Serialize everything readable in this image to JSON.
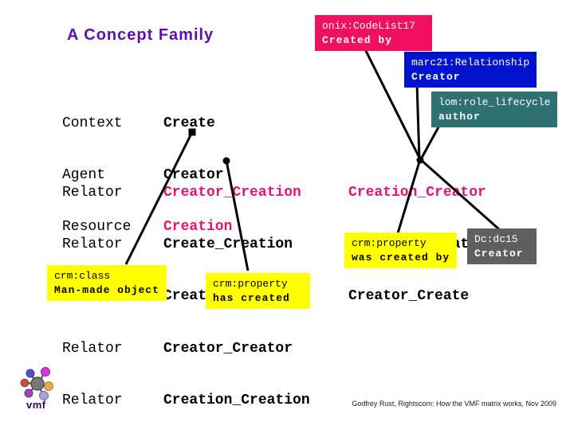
{
  "slide": {
    "title": "A Concept Family",
    "footer": "Godfrey Rust, Rightscom: How the VMF matrix works, Nov 2009",
    "logo_text": "vmf"
  },
  "colors": {
    "background": "#FFFFFF",
    "title": "#5B0FB0",
    "highlight": "#E6146E",
    "line": "#000000"
  },
  "lists": {
    "concept_types": [
      "Context",
      "Agent",
      "Resource"
    ],
    "base_concepts": [
      {
        "text": "Create",
        "hl": false
      },
      {
        "text": "Creator",
        "hl": false
      },
      {
        "text": "Creation",
        "hl": true
      }
    ],
    "relators": [
      "Relator",
      "Relator",
      "Relator",
      "Relator",
      "Relator"
    ],
    "pairs_left": [
      {
        "text": "Creator_Creation",
        "hl": true
      },
      {
        "text": "Create_Creation",
        "hl": false
      },
      {
        "text": "Create_Creator",
        "hl": false
      },
      {
        "text": "Creator_Creator",
        "hl": false
      },
      {
        "text": "Creation_Creation",
        "hl": false
      }
    ],
    "pairs_right": [
      {
        "text": "Creation_Creator",
        "hl": true
      },
      {
        "text": "Creation_Create",
        "hl": false
      },
      {
        "text": "Creator_Create",
        "hl": false
      }
    ]
  },
  "tags": {
    "onix": {
      "scheme": "onix:CodeList17",
      "term": "Created by",
      "bg": "#F0105F",
      "fg": "#FFFFFF"
    },
    "marc21": {
      "scheme": "marc21:Relationship",
      "term": "Creator",
      "bg": "#0013CE",
      "fg": "#FFFFFF"
    },
    "lom": {
      "scheme": "lom:role_lifecycle",
      "term": "author",
      "bg": "#2E7170",
      "fg": "#FFFFFF"
    },
    "crm_was_created": {
      "scheme": "crm:property",
      "term": "was created by",
      "bg": "#FFFF00",
      "fg": "#000000"
    },
    "dc": {
      "scheme": "Dc:dc15",
      "term": "Creator",
      "bg": "#5F5F5F",
      "fg": "#FFFFFF"
    },
    "crm_class": {
      "scheme": "crm:class",
      "term": "Man-made object",
      "bg": "#FFFF00",
      "fg": "#000000"
    },
    "crm_has_created": {
      "scheme": "crm:property",
      "term": "has created",
      "bg": "#FFFF00",
      "fg": "#000000"
    }
  }
}
